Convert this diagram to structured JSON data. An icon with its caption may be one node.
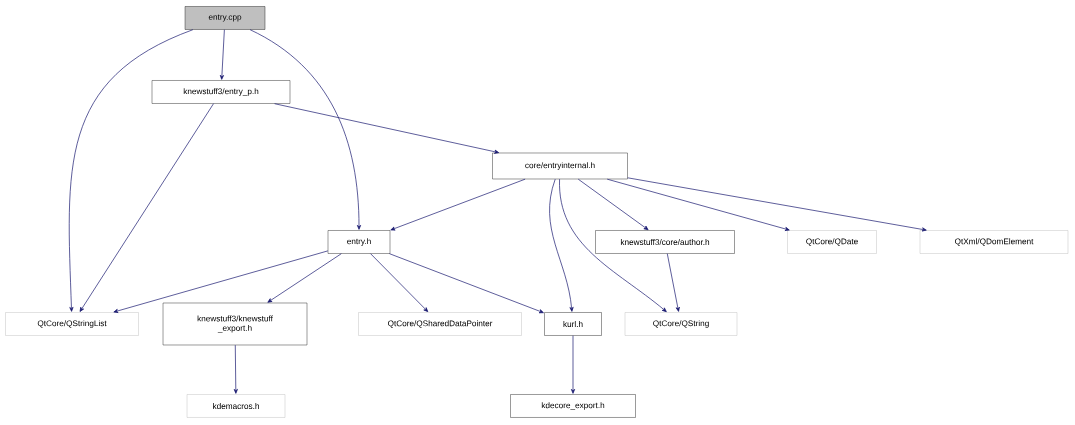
{
  "diagram": {
    "nodes": [
      {
        "text": [
          "entry.cpp"
        ]
      },
      {
        "text": [
          "knewstuff3/entry_p.h"
        ]
      },
      {
        "text": [
          "core/entryinternal.h"
        ]
      },
      {
        "text": [
          "entry.h"
        ]
      },
      {
        "text": [
          "knewstuff3/core/author.h"
        ]
      },
      {
        "text": [
          "QtCore/QDate"
        ]
      },
      {
        "text": [
          "QtXml/QDomElement"
        ]
      },
      {
        "text": [
          "QtCore/QStringList"
        ]
      },
      {
        "text": [
          "knewstuff3/knewstuff _export.h"
        ]
      },
      {
        "text": [
          "QtCore/QSharedDataPointer"
        ]
      },
      {
        "text": [
          "kurl.h"
        ]
      },
      {
        "text": [
          "QtCore/QString"
        ]
      },
      {
        "text": [
          "kdemacros.h"
        ]
      },
      {
        "text": [
          "kdecore_export.h"
        ]
      }
    ],
    "edges": [
      {
        "from": 0,
        "to": 1,
        "arrow": "to"
      },
      {
        "from": 0,
        "to": 7,
        "arrow": "to"
      },
      {
        "from": 0,
        "to": 3,
        "arrow": "to"
      },
      {
        "from": 1,
        "to": 7,
        "arrow": "to"
      },
      {
        "from": 1,
        "to": 2,
        "arrow": "to"
      },
      {
        "from": 2,
        "to": 3,
        "arrow": "to"
      },
      {
        "from": 2,
        "to": 10,
        "arrow": "to"
      },
      {
        "from": 2,
        "to": 11,
        "arrow": "to"
      },
      {
        "from": 2,
        "to": 4,
        "arrow": "to"
      },
      {
        "from": 2,
        "to": 5,
        "arrow": "to"
      },
      {
        "from": 2,
        "to": 6,
        "arrow": "to"
      },
      {
        "from": 3,
        "to": 7,
        "arrow": "to"
      },
      {
        "from": 3,
        "to": 8,
        "arrow": "to"
      },
      {
        "from": 3,
        "to": 9,
        "arrow": "to"
      },
      {
        "from": 3,
        "to": 10,
        "arrow": "to"
      },
      {
        "from": 4,
        "to": 11,
        "arrow": "to"
      },
      {
        "from": 8,
        "to": 12,
        "arrow": "to"
      },
      {
        "from": 10,
        "to": 13,
        "arrow": "to"
      }
    ]
  }
}
